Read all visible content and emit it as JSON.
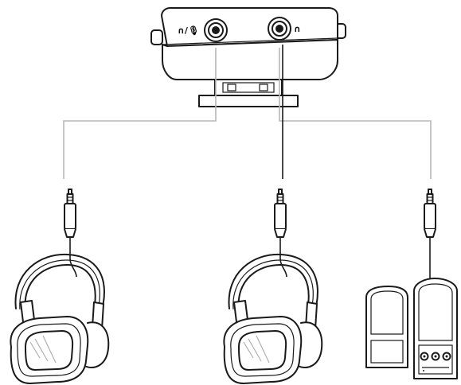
{
  "device": {
    "port_left_label": "∩/🎙",
    "port_right_label": "∩"
  },
  "outputs": [
    {
      "icon": "headphones"
    },
    {
      "icon": "headphones"
    },
    {
      "icon": "speakers"
    }
  ]
}
